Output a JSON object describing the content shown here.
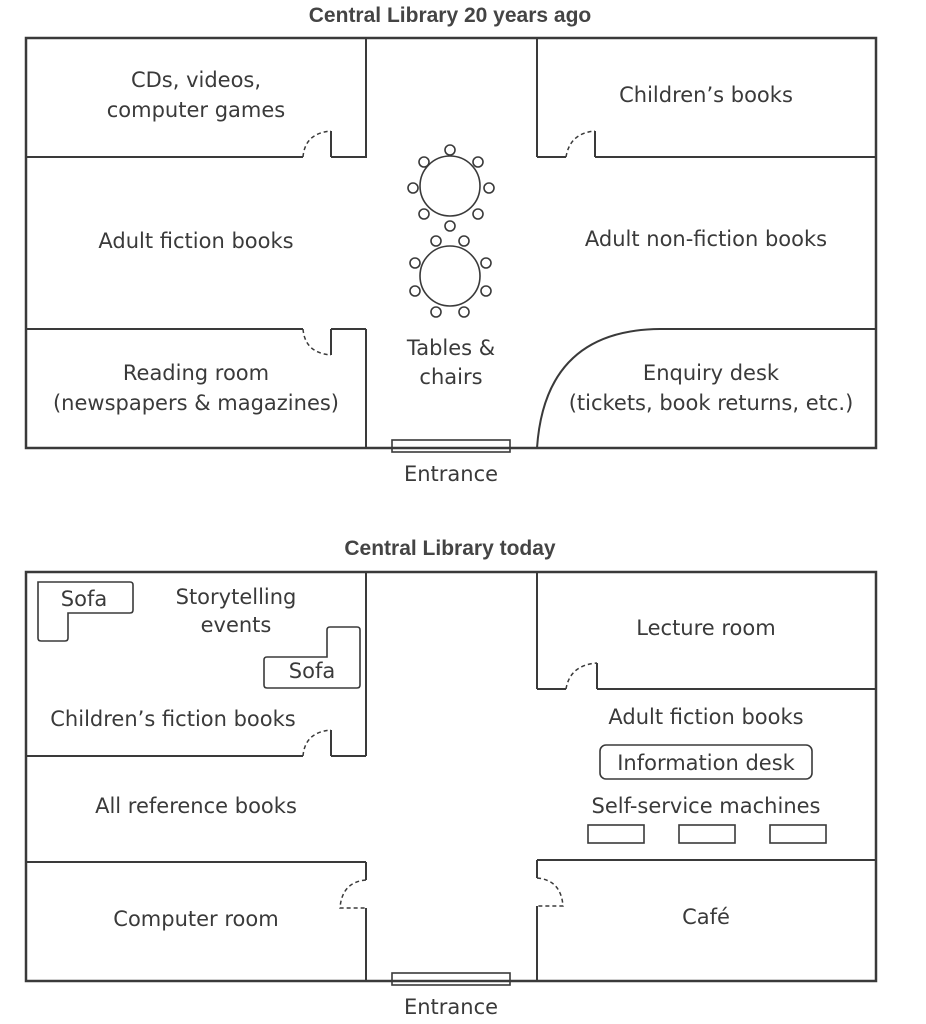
{
  "plan_then": {
    "title": "Central Library 20 years ago",
    "rooms": {
      "media": [
        "CDs, videos,",
        "computer games"
      ],
      "childrens_books": "Children’s books",
      "adult_fiction": "Adult fiction books",
      "adult_nonfiction": "Adult non-fiction books",
      "reading_room": [
        "Reading room",
        "(newspapers & magazines)"
      ],
      "tables_chairs": [
        "Tables &",
        "chairs"
      ],
      "enquiry_desk": [
        "Enquiry desk",
        "(tickets, book returns, etc.)"
      ]
    },
    "entrance": "Entrance"
  },
  "plan_now": {
    "title": "Central Library today",
    "rooms": {
      "sofa_1": "Sofa",
      "storytelling": [
        "Storytelling",
        "events"
      ],
      "sofa_2": "Sofa",
      "childrens_fiction": "Children’s fiction books",
      "lecture_room": "Lecture room",
      "adult_fiction": "Adult fiction books",
      "information_desk": "Information desk",
      "self_service": "Self-service machines",
      "reference": "All reference books",
      "computer_room": "Computer room",
      "cafe": "Café"
    },
    "entrance": "Entrance"
  }
}
